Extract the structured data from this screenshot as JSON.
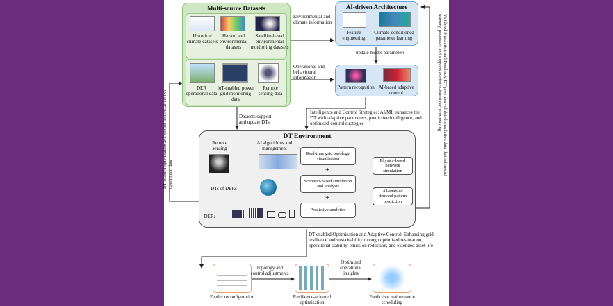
{
  "multi_source": {
    "title": "Multi-source Datasets",
    "row1": [
      "Historical climate datasets",
      "Hazard and environmental datasets",
      "Satellite-based environmental monitoring datasets"
    ],
    "row2": [
      "DER operational data",
      "IoT-enabled power grid monitoring data",
      "Remote sensing data"
    ]
  },
  "ai_arch": {
    "title": "AI-driven Architecture",
    "row1": [
      "Feature engineering",
      "Climate-conditioned parameter learning"
    ],
    "row2": [
      "Pattern recognition",
      "AI-based adaptive control"
    ]
  },
  "labels": {
    "env_climate": "Environmental and climate information",
    "op_behav": "Operational and behavioural information",
    "update_params": "update model parameters",
    "intelligence": "Intelligence and Control Strategies: AI/ML enhances the DT with adaptive parameters, predictive intelligence, and optimised control strategies",
    "datasets_support": "Datasets support and update DTs",
    "left_vertical": "DT-enabled optimisation and control actions affect live operational data",
    "right_vertical": "Validated Simulation and Feedback: DT provides validated simulation data that refines AI learning processes and supports evidence-based decision-making",
    "dt_optimisation": "DT-enabled Optimisation and Adaptive Control: Enhancing grid resilience and sustainability through optimised restoration, operational stability, emission reduction, and extended asset life",
    "topology_ctrl": "Topology and control adjustments",
    "optimised_insights": "Optimised operational insights"
  },
  "dt_env": {
    "title": "DT Environment",
    "remote_sensing": "Remote sensing",
    "ai_algorithms": "AI algorithms and management",
    "dts_of_ders": "DTs of DERs",
    "ders": "DERs",
    "center": [
      "Real-time grid topology visualisation",
      "Scenario-based simulation and analysis",
      "Predictive analytics"
    ],
    "right": [
      "Physics-based network simulation",
      "AI-enabled demand pattern prediction"
    ],
    "plus": "+"
  },
  "bottom": [
    "Feeder reconfiguration",
    "Resilience-oriented optimisation",
    "Predictive maintenance scheduling"
  ],
  "colors": {
    "background": "#6b2d7b",
    "green": "#cfe8c3",
    "blue": "#d6e6f5",
    "gray": "#f0f0f0",
    "orange": "#e8a070"
  }
}
